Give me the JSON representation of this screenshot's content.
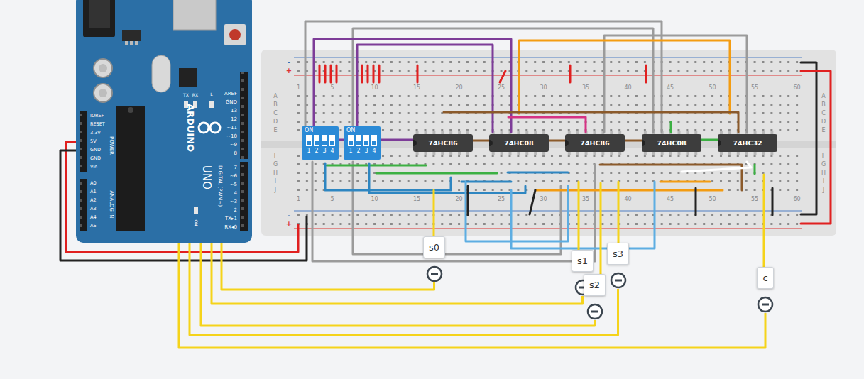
{
  "diagram": {
    "nodes": [
      {
        "text": [
          "AREF",
          "GND",
          "13",
          "12",
          "~11",
          "~10",
          "~9",
          "8",
          "7",
          "~6",
          "~5",
          "4",
          "~3",
          "2",
          "TX▸1",
          "RX◂0",
          "DIGITAL (PWM~)",
          "ARDUINO",
          "UNO",
          "ON",
          "L",
          "TX",
          "RX",
          "IOREF",
          "RESET",
          "3.3V",
          "5V",
          "GND",
          "GND",
          "Vin",
          "POWER",
          "A0",
          "A1",
          "A2",
          "A3",
          "A4",
          "A5",
          "ANALOG IN"
        ]
      },
      {
        "text": [
          "ON",
          "1",
          "2",
          "3",
          "4"
        ]
      },
      {
        "text": [
          "ON",
          "1",
          "2",
          "3",
          "4"
        ]
      },
      {
        "text": [
          "74HC86"
        ]
      },
      {
        "text": [
          "74HC08"
        ]
      },
      {
        "text": [
          "74HC86"
        ]
      },
      {
        "text": [
          "74HC08"
        ]
      },
      {
        "text": [
          "74HC32"
        ]
      },
      {
        "text": [
          "s0"
        ]
      },
      {
        "text": [
          "s1"
        ]
      },
      {
        "text": [
          "s2"
        ]
      },
      {
        "text": [
          "s3"
        ]
      },
      {
        "text": [
          "c"
        ]
      }
    ],
    "edges": [
      {
        "from": 0,
        "to": 8,
        "arrow": "none"
      },
      {
        "from": 0,
        "to": 9,
        "arrow": "none"
      },
      {
        "from": 0,
        "to": 10,
        "arrow": "none"
      },
      {
        "from": 0,
        "to": 11,
        "arrow": "none"
      },
      {
        "from": 0,
        "to": 12,
        "arrow": "none"
      }
    ],
    "labels": [
      "1",
      "5",
      "10",
      "15",
      "20",
      "25",
      "30",
      "35",
      "40",
      "45",
      "50",
      "55",
      "60",
      "1",
      "5",
      "10",
      "15",
      "20",
      "25",
      "30",
      "35",
      "40",
      "45",
      "50",
      "55",
      "60",
      "A",
      "B",
      "C",
      "D",
      "E",
      "F",
      "G",
      "H",
      "I",
      "J",
      "A",
      "B",
      "C",
      "D",
      "E",
      "F",
      "G",
      "H",
      "I",
      "J",
      "-",
      "+",
      "-",
      "+"
    ]
  }
}
